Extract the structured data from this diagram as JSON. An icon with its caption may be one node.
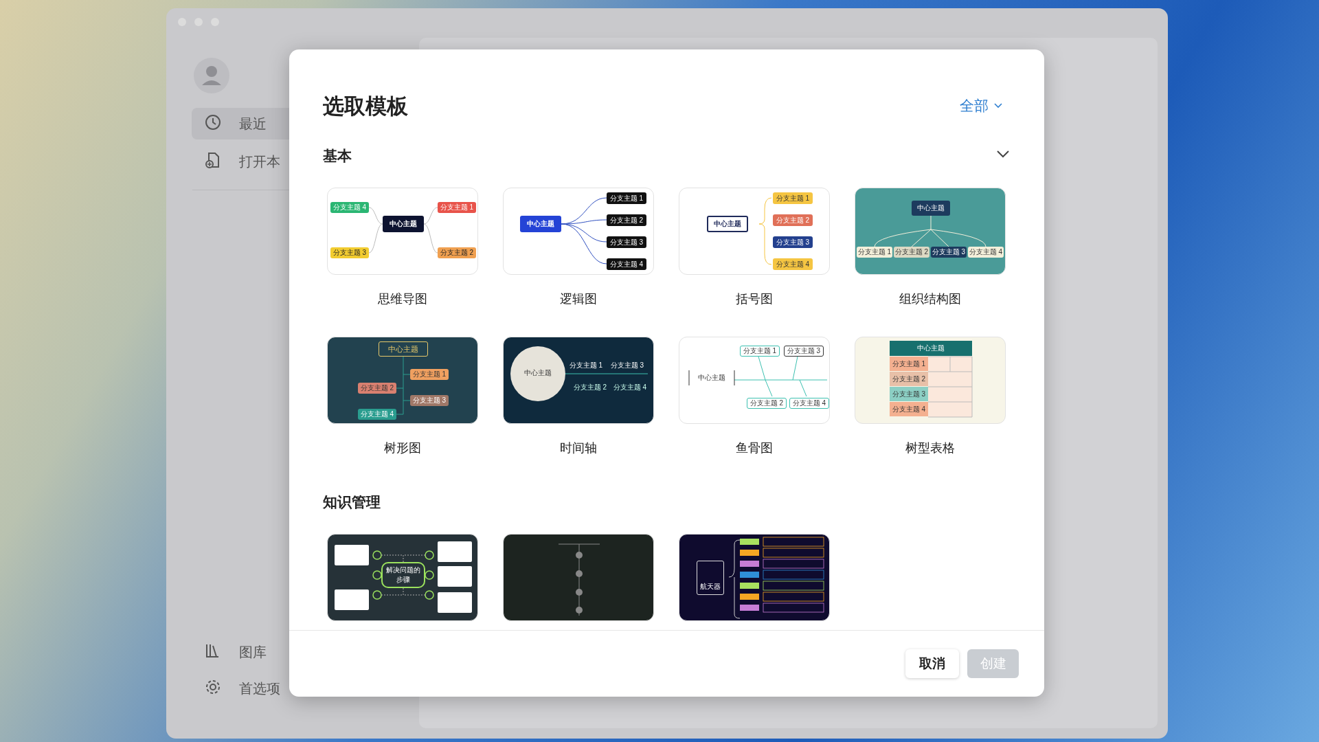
{
  "diagram": {
    "title": "选取模板",
    "nodes": [
      {
        "text": [
          "中心主题",
          "分支主题 1",
          "分支主题 2",
          "分支主题 3",
          "分支主题 4"
        ],
        "beside": [
          "思维导图"
        ]
      },
      {
        "text": [
          "中心主题",
          "分支主题 1",
          "分支主题 2",
          "分支主题 3",
          "分支主题 4"
        ],
        "beside": [
          "逻辑图"
        ]
      },
      {
        "text": [
          "中心主题",
          "分支主题 1",
          "分支主题 2",
          "分支主题 3",
          "分支主题 4"
        ],
        "beside": [
          "括号图"
        ]
      },
      {
        "text": [
          "中心主题",
          "分支主题 1",
          "分支主题 2",
          "分支主题 3",
          "分支主题 4"
        ],
        "beside": [
          "组织结构图"
        ]
      },
      {
        "text": [
          "中心主题",
          "分支主题 1",
          "分支主题 2",
          "分支主题 3",
          "分支主题 4"
        ],
        "beside": [
          "树形图"
        ]
      },
      {
        "text": [
          "中心主题",
          "分支主题 1",
          "分支主题 2",
          "分支主题 3",
          "分支主题 4"
        ],
        "beside": [
          "时间轴"
        ]
      },
      {
        "text": [
          "中心主题",
          "分支主题 1",
          "分支主题 2",
          "分支主题 3",
          "分支主题 4"
        ],
        "beside": [
          "鱼骨图"
        ]
      },
      {
        "text": [
          "中心主题",
          "分支主题 1",
          "分支主题 2",
          "分支主题 3",
          "分支主题 4"
        ],
        "beside": [
          "树型表格"
        ]
      },
      {
        "text": [
          "解决问题的步骤"
        ]
      },
      {
        "text": [],
        "shape": "picture"
      },
      {
        "text": [
          "航天器"
        ]
      }
    ],
    "edges": [],
    "labels": [
      "最近",
      "打开本",
      "图库",
      "首选项",
      "全部",
      "基本",
      "知识管理",
      "取消",
      "创建"
    ]
  }
}
